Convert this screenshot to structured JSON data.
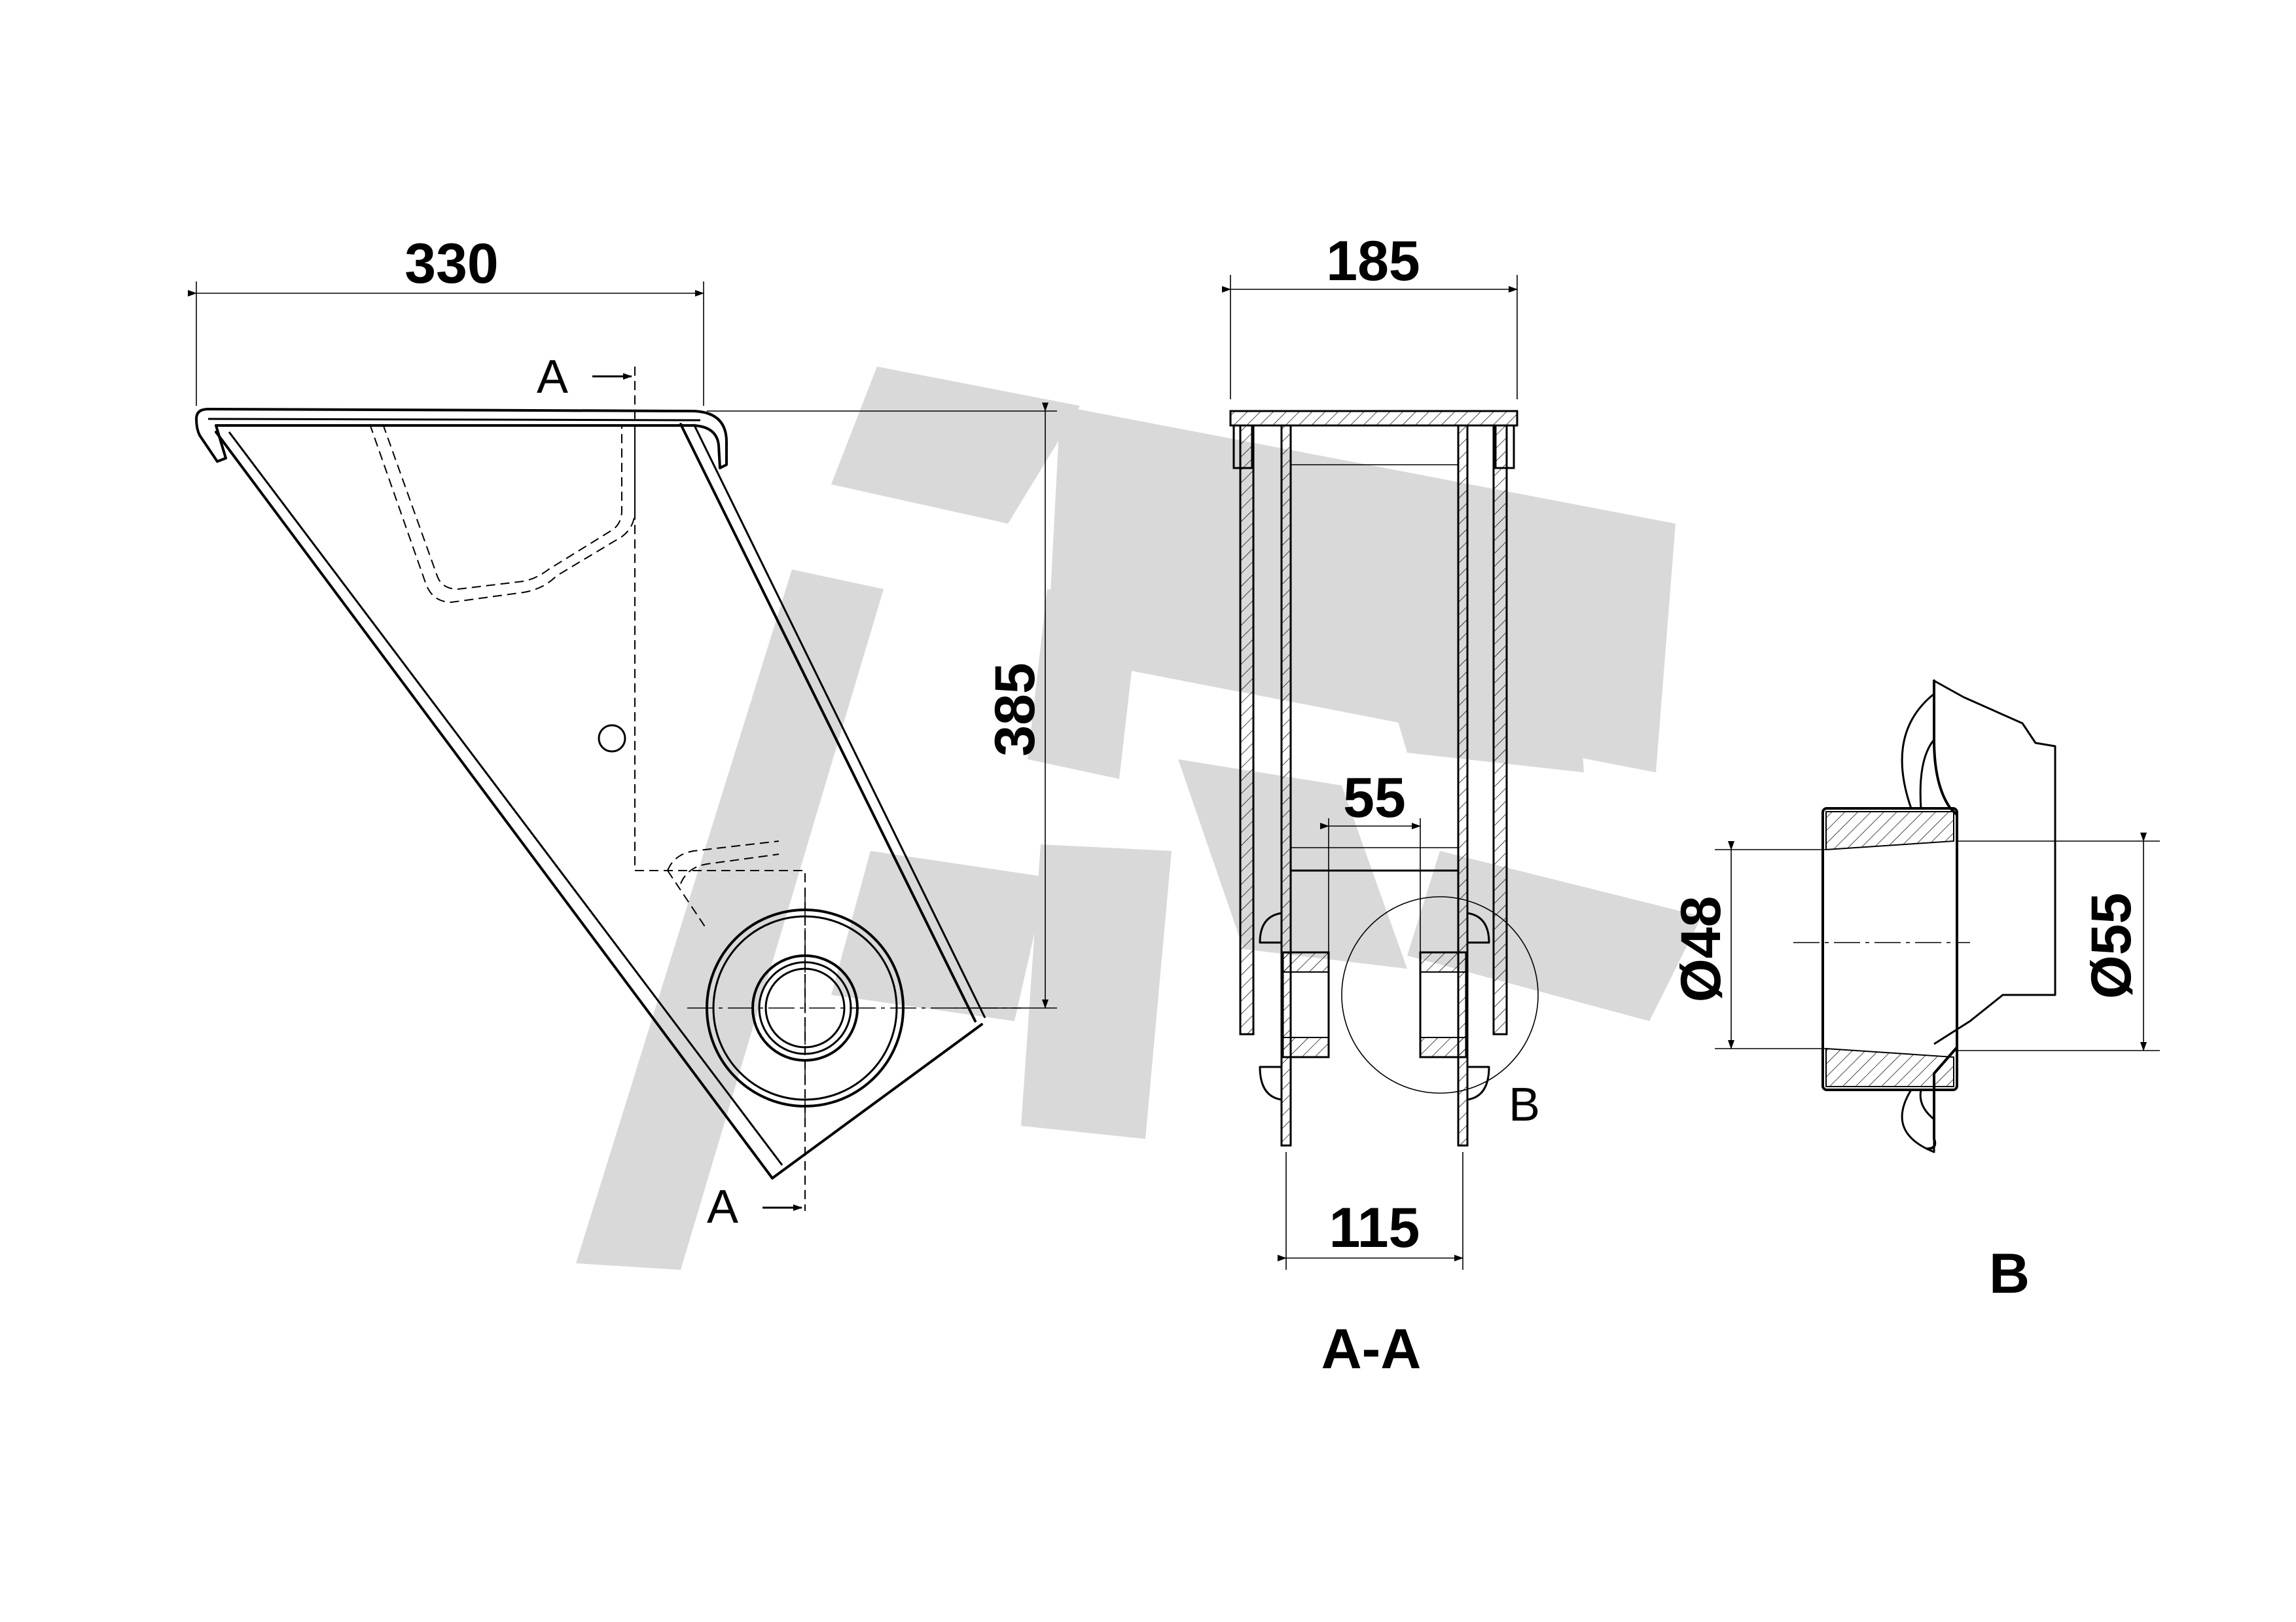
{
  "drawing": {
    "watermark_logo": "ATR",
    "dimensions": {
      "width_top": "330",
      "height": "385",
      "width_section": "185",
      "inner_gap": "55",
      "outer_bottom": "115",
      "bore_diameter": "Ø48",
      "outer_diameter": "Ø55"
    },
    "labels": {
      "section_mark_top": "A",
      "section_mark_bottom": "A",
      "detail_callout": "B",
      "section_title": "A-A",
      "detail_title": "B"
    }
  }
}
